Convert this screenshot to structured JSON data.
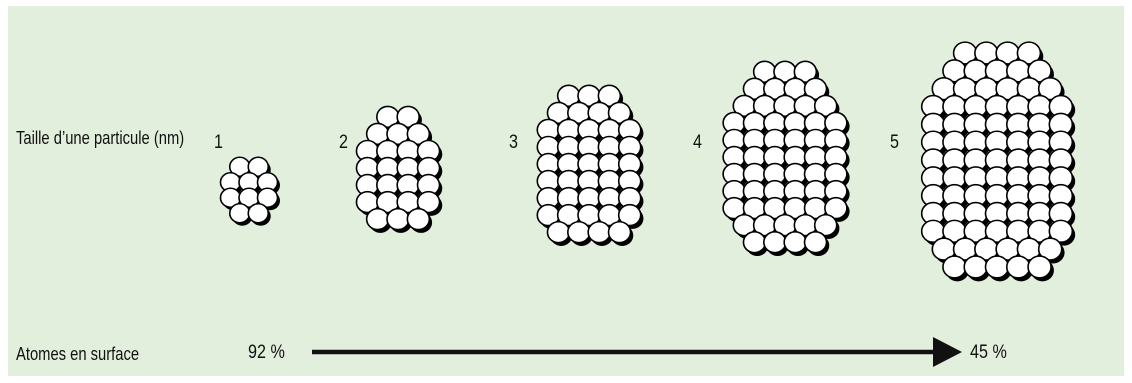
{
  "size_label": "Taille d’une particule (nm)",
  "surface_label": "Atomes en surface",
  "particles": [
    {
      "size": "1"
    },
    {
      "size": "2"
    },
    {
      "size": "3"
    },
    {
      "size": "4"
    },
    {
      "size": "5"
    }
  ],
  "surface_start": "92 %",
  "surface_end": "45 %",
  "colors": {
    "background": "#e3efdd",
    "atom_fill": "#ffffff",
    "atom_stroke": "#000000",
    "arrow": "#111111"
  }
}
